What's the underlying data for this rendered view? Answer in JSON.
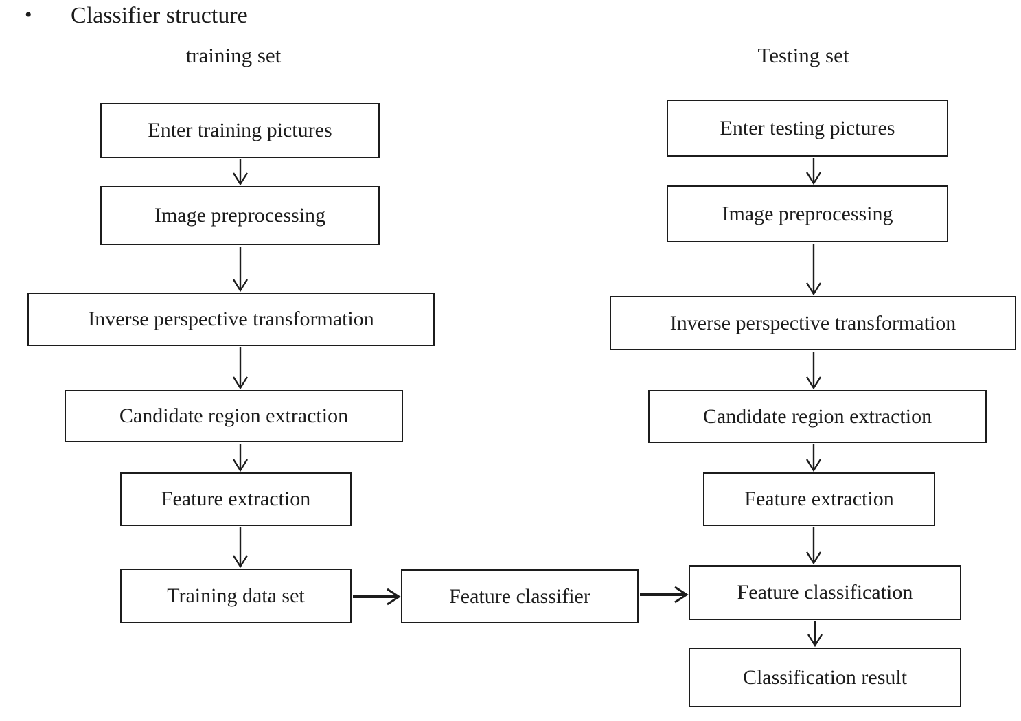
{
  "title": "Classifier structure",
  "bullet_glyph": "•",
  "training_column": {
    "header": "training set",
    "nodes": [
      "Enter training pictures",
      "Image preprocessing",
      "Inverse perspective transformation",
      "Candidate region extraction",
      "Feature extraction",
      "Training data set"
    ]
  },
  "testing_column": {
    "header": "Testing set",
    "nodes": [
      "Enter testing pictures",
      "Image preprocessing",
      "Inverse perspective transformation",
      "Candidate region extraction",
      "Feature extraction",
      "Feature classification",
      "Classification result"
    ]
  },
  "connector": {
    "label": "Feature classifier"
  },
  "colors": {
    "background": "#ffffff",
    "box_border": "#1c1c1c",
    "text": "#1c1c1c",
    "arrow": "#1c1c1c"
  }
}
